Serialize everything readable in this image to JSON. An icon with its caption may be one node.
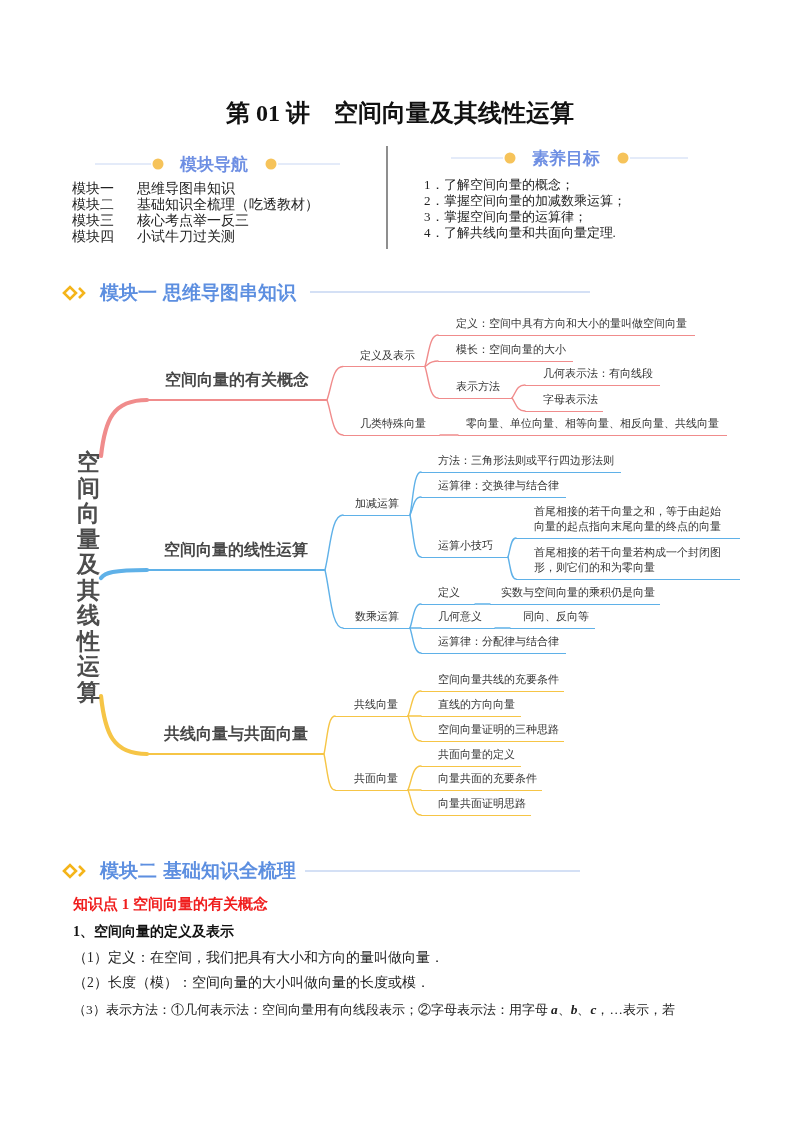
{
  "diagram": {
    "title": "第 01 讲　空间向量及其线性运算",
    "nodes": [
      {
        "text": [
          "空间向量及其线性运算"
        ]
      },
      {
        "text": [
          "空间向量的有关概念"
        ]
      },
      {
        "text": [
          "定义及表示"
        ]
      },
      {
        "text": [
          "定义：空间中具有方向和大小的量叫做空间向量"
        ]
      },
      {
        "text": [
          "模长：空间向量的大小"
        ]
      },
      {
        "text": [
          "表示方法"
        ]
      },
      {
        "text": [
          "几何表示法：有向线段"
        ]
      },
      {
        "text": [
          "字母表示法"
        ]
      },
      {
        "text": [
          "几类特殊向量"
        ]
      },
      {
        "text": [
          "零向量、单位向量、相等向量、相反向量、共线向量"
        ]
      },
      {
        "text": [
          "空间向量的线性运算"
        ]
      },
      {
        "text": [
          "加减运算"
        ]
      },
      {
        "text": [
          "方法：三角形法则或平行四边形法则"
        ]
      },
      {
        "text": [
          "运算律：交换律与结合律"
        ]
      },
      {
        "text": [
          "运算小技巧"
        ]
      },
      {
        "text": [
          "首尾相接的若干向量之和，等于由起始向量的起点指向末尾向量的终点的向量"
        ]
      },
      {
        "text": [
          "首尾相接的若干向量若构成一个封闭图形，则它们的和为零向量"
        ]
      },
      {
        "text": [
          "数乘运算"
        ]
      },
      {
        "text": [
          "定义"
        ]
      },
      {
        "text": [
          "实数与空间向量的乘积仍是向量"
        ]
      },
      {
        "text": [
          "几何意义"
        ]
      },
      {
        "text": [
          "同向、反向等"
        ]
      },
      {
        "text": [
          "运算律：分配律与结合律"
        ]
      },
      {
        "text": [
          "共线向量与共面向量"
        ]
      },
      {
        "text": [
          "共线向量"
        ]
      },
      {
        "text": [
          "空间向量共线的充要条件"
        ]
      },
      {
        "text": [
          "直线的方向向量"
        ]
      },
      {
        "text": [
          "空间向量证明的三种思路"
        ]
      },
      {
        "text": [
          "共面向量"
        ]
      },
      {
        "text": [
          "共面向量的定义"
        ]
      },
      {
        "text": [
          "向量共面的充要条件"
        ]
      },
      {
        "text": [
          "向量共面证明思路"
        ]
      }
    ],
    "edges": [
      {
        "from": 0,
        "to": 1,
        "arrow": "none",
        "style": "thick",
        "color": "#f08c8c"
      },
      {
        "from": 1,
        "to": 2,
        "arrow": "none",
        "color": "#f08c8c"
      },
      {
        "from": 2,
        "to": 3,
        "arrow": "none",
        "color": "#f08c8c"
      },
      {
        "from": 2,
        "to": 4,
        "arrow": "none",
        "color": "#f08c8c"
      },
      {
        "from": 2,
        "to": 5,
        "arrow": "none",
        "color": "#f08c8c"
      },
      {
        "from": 5,
        "to": 6,
        "arrow": "none",
        "color": "#f08c8c"
      },
      {
        "from": 5,
        "to": 7,
        "arrow": "none",
        "color": "#f08c8c"
      },
      {
        "from": 1,
        "to": 8,
        "arrow": "none",
        "color": "#f08c8c"
      },
      {
        "from": 8,
        "to": 9,
        "arrow": "none",
        "color": "#f08c8c"
      },
      {
        "from": 0,
        "to": 10,
        "arrow": "none",
        "style": "thick"
      },
      {
        "from": 10,
        "to": 11,
        "arrow": "none"
      },
      {
        "from": 11,
        "to": 12,
        "arrow": "none"
      },
      {
        "from": 11,
        "to": 13,
        "arrow": "none"
      },
      {
        "from": 11,
        "to": 14,
        "arrow": "none"
      },
      {
        "from": 14,
        "to": 15,
        "arrow": "none"
      },
      {
        "from": 14,
        "to": 16,
        "arrow": "none"
      },
      {
        "from": 10,
        "to": 17,
        "arrow": "none"
      },
      {
        "from": 17,
        "to": 18,
        "arrow": "none"
      },
      {
        "from": 18,
        "to": 19,
        "arrow": "none"
      },
      {
        "from": 17,
        "to": 20,
        "arrow": "none"
      },
      {
        "from": 20,
        "to": 21,
        "arrow": "none"
      },
      {
        "from": 17,
        "to": 22,
        "arrow": "none"
      },
      {
        "from": 0,
        "to": 23,
        "arrow": "none",
        "style": "thick",
        "color": "#f6c546"
      },
      {
        "from": 23,
        "to": 24,
        "arrow": "none",
        "color": "#f6c546"
      },
      {
        "from": 24,
        "to": 25,
        "arrow": "none",
        "color": "#f6c546"
      },
      {
        "from": 24,
        "to": 26,
        "arrow": "none",
        "color": "#f6c546"
      },
      {
        "from": 24,
        "to": 27,
        "arrow": "none",
        "color": "#f6c546"
      },
      {
        "from": 23,
        "to": 28,
        "arrow": "none",
        "color": "#f6c546"
      },
      {
        "from": 28,
        "to": 29,
        "arrow": "none",
        "color": "#f6c546"
      },
      {
        "from": 28,
        "to": 30,
        "arrow": "none",
        "color": "#f6c546"
      },
      {
        "from": 28,
        "to": 31,
        "arrow": "none",
        "color": "#f6c546"
      }
    ],
    "labels": [
      "模块导航",
      "模块一",
      "思维导图串知识",
      "模块二",
      "基础知识全梳理（吃透教材）",
      "模块三",
      "核心考点举一反三",
      "模块四",
      "小试牛刀过关测",
      "素养目标",
      "1．了解空间向量的概念；",
      "2．掌握空间向量的加减数乘运算；",
      "3．掌握空间向量的运算律；",
      "4．了解共线向量和共面向量定理.",
      "模块一 思维导图串知识",
      "模块二 基础知识全梳理",
      "知识点 1 空间向量的有关概念",
      "1、空间向量的定义及表示",
      "（1）定义：在空间，我们把具有大小和方向的量叫做向量．",
      "（2）长度（模）：空间向量的大小叫做向量的长度或模．",
      "（3）表示方法：①几何表示法：空间向量用有向线段表示；②字母表示法：用字母 **a**、**b**、**c**，…表示，若"
    ]
  }
}
